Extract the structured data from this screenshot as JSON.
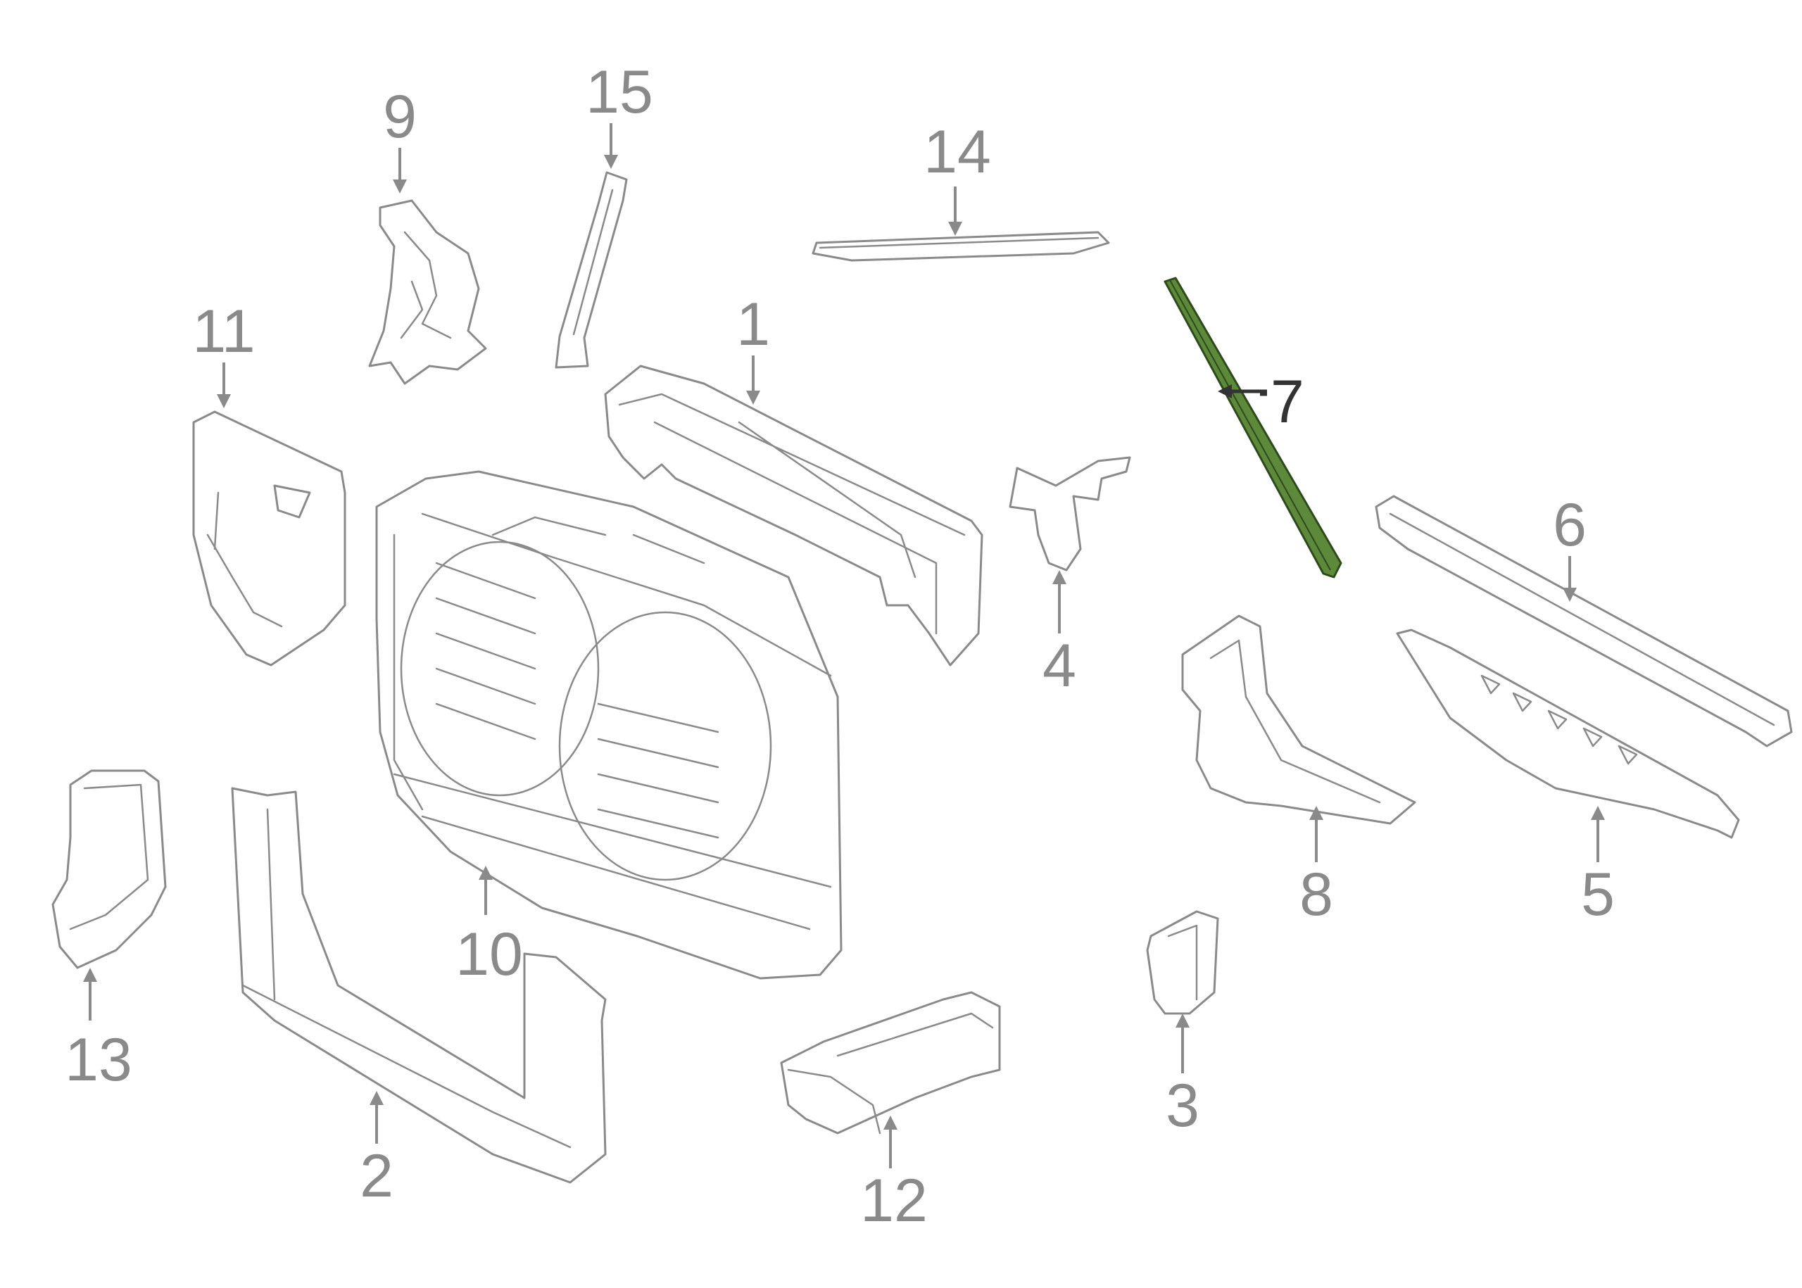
{
  "colors": {
    "line": "#8a8a8a",
    "highlight_fill": "#5d8a3a",
    "highlight_stroke": "#2e4a1c",
    "highlight_label": "#333333"
  },
  "callouts": [
    {
      "id": "1",
      "label": "1"
    },
    {
      "id": "2",
      "label": "2"
    },
    {
      "id": "3",
      "label": "3"
    },
    {
      "id": "4",
      "label": "4"
    },
    {
      "id": "5",
      "label": "5"
    },
    {
      "id": "6",
      "label": "6"
    },
    {
      "id": "7",
      "label": "7",
      "highlighted": true
    },
    {
      "id": "8",
      "label": "8"
    },
    {
      "id": "9",
      "label": "9"
    },
    {
      "id": "10",
      "label": "10"
    },
    {
      "id": "11",
      "label": "11"
    },
    {
      "id": "12",
      "label": "12"
    },
    {
      "id": "13",
      "label": "13"
    },
    {
      "id": "14",
      "label": "14"
    },
    {
      "id": "15",
      "label": "15"
    }
  ]
}
